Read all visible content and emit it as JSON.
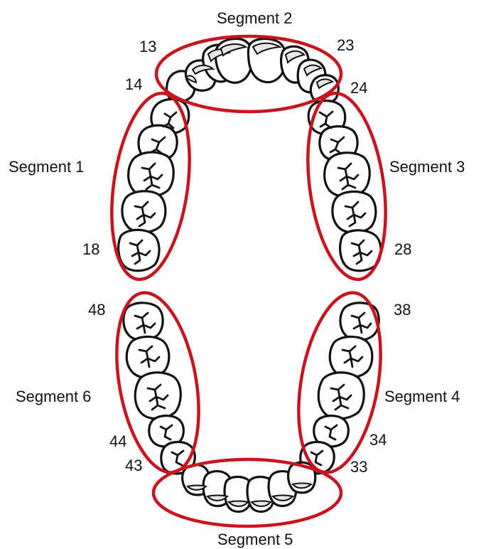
{
  "segments": [
    {
      "id": 1,
      "label": "Segment 1",
      "teeth_range": [
        "14",
        "18"
      ]
    },
    {
      "id": 2,
      "label": "Segment 2",
      "teeth_range": [
        "13",
        "23"
      ]
    },
    {
      "id": 3,
      "label": "Segment 3",
      "teeth_range": [
        "24",
        "28"
      ]
    },
    {
      "id": 4,
      "label": "Segment 4",
      "teeth_range": [
        "34",
        "38"
      ]
    },
    {
      "id": 5,
      "label": "Segment 5",
      "teeth_range": [
        "33",
        "43"
      ]
    },
    {
      "id": 6,
      "label": "Segment 6",
      "teeth_range": [
        "44",
        "48"
      ]
    }
  ],
  "tooth_numbers": {
    "t13": "13",
    "t14": "14",
    "t18": "18",
    "t23": "23",
    "t24": "24",
    "t28": "28",
    "t33": "33",
    "t34": "34",
    "t38": "38",
    "t43": "43",
    "t44": "44",
    "t48": "48"
  },
  "colors": {
    "segment_outline": "#c8141e",
    "tooth_outline": "#111111",
    "tooth_shade": "#e6e6e6",
    "label_text": "#111111"
  }
}
